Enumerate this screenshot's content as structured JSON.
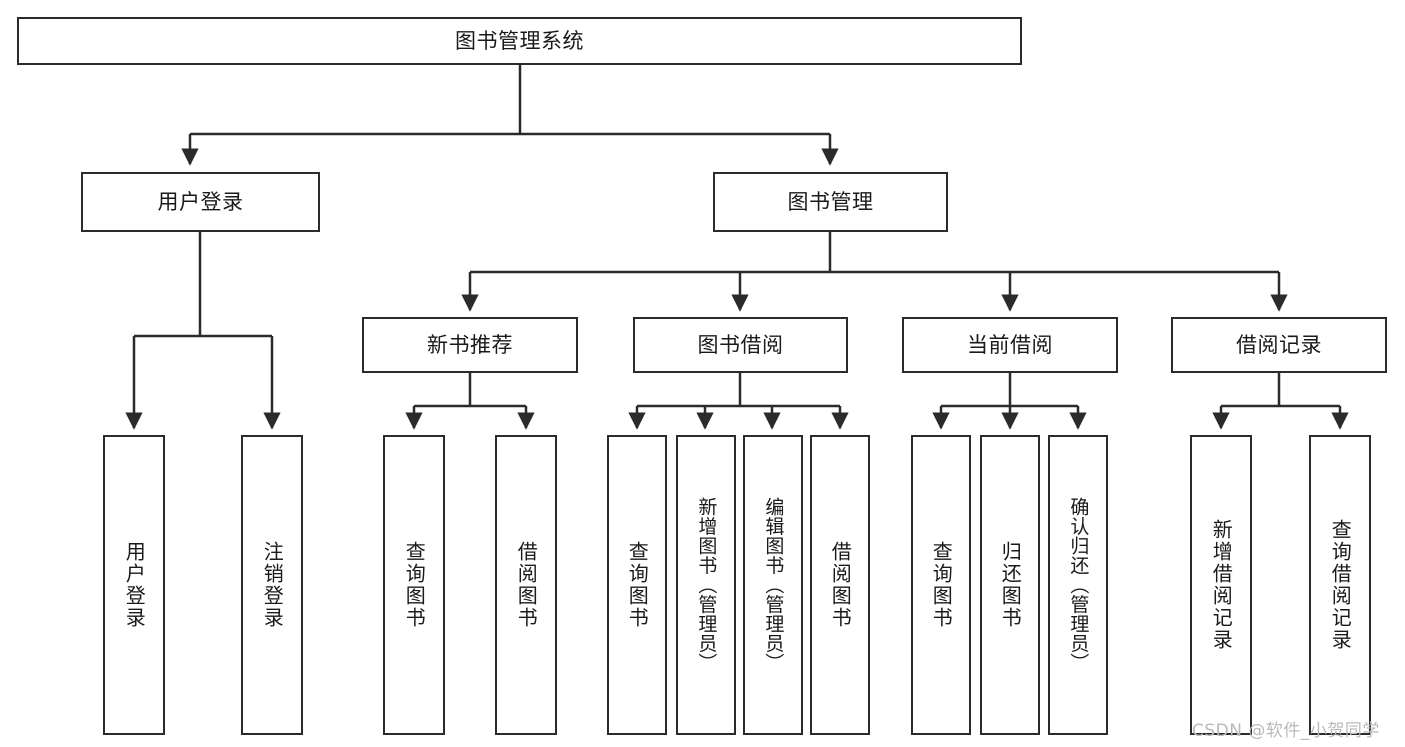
{
  "diagram": {
    "title": "图书管理系统",
    "stroke_color": "#2b2b2b",
    "background_color": "#ffffff",
    "text_color": "#1a1a1a",
    "watermark": "CSDN @软件_小贺同学",
    "watermark_color": "#b9b9b9"
  },
  "nodes": {
    "root": {
      "label": "图书管理系统"
    },
    "level1": [
      {
        "label": "用户登录"
      },
      {
        "label": "图书管理"
      }
    ],
    "level2": [
      {
        "label": "新书推荐"
      },
      {
        "label": "图书借阅"
      },
      {
        "label": "当前借阅"
      },
      {
        "label": "借阅记录"
      }
    ],
    "leaves": {
      "user_login": [
        {
          "label": "用户登录"
        },
        {
          "label": "注销登录"
        }
      ],
      "new_book_recommend": [
        {
          "label": "查询图书"
        },
        {
          "label": "借阅图书"
        }
      ],
      "book_borrow": [
        {
          "label": "查询图书"
        },
        {
          "label": "新增图书（管理员）"
        },
        {
          "label": "编辑图书（管理员）"
        },
        {
          "label": "借阅图书"
        }
      ],
      "current_borrow": [
        {
          "label": "查询图书"
        },
        {
          "label": "归还图书"
        },
        {
          "label": "确认归还（管理员）"
        }
      ],
      "borrow_records": [
        {
          "label": "新增借阅记录"
        },
        {
          "label": "查询借阅记录"
        }
      ]
    }
  }
}
